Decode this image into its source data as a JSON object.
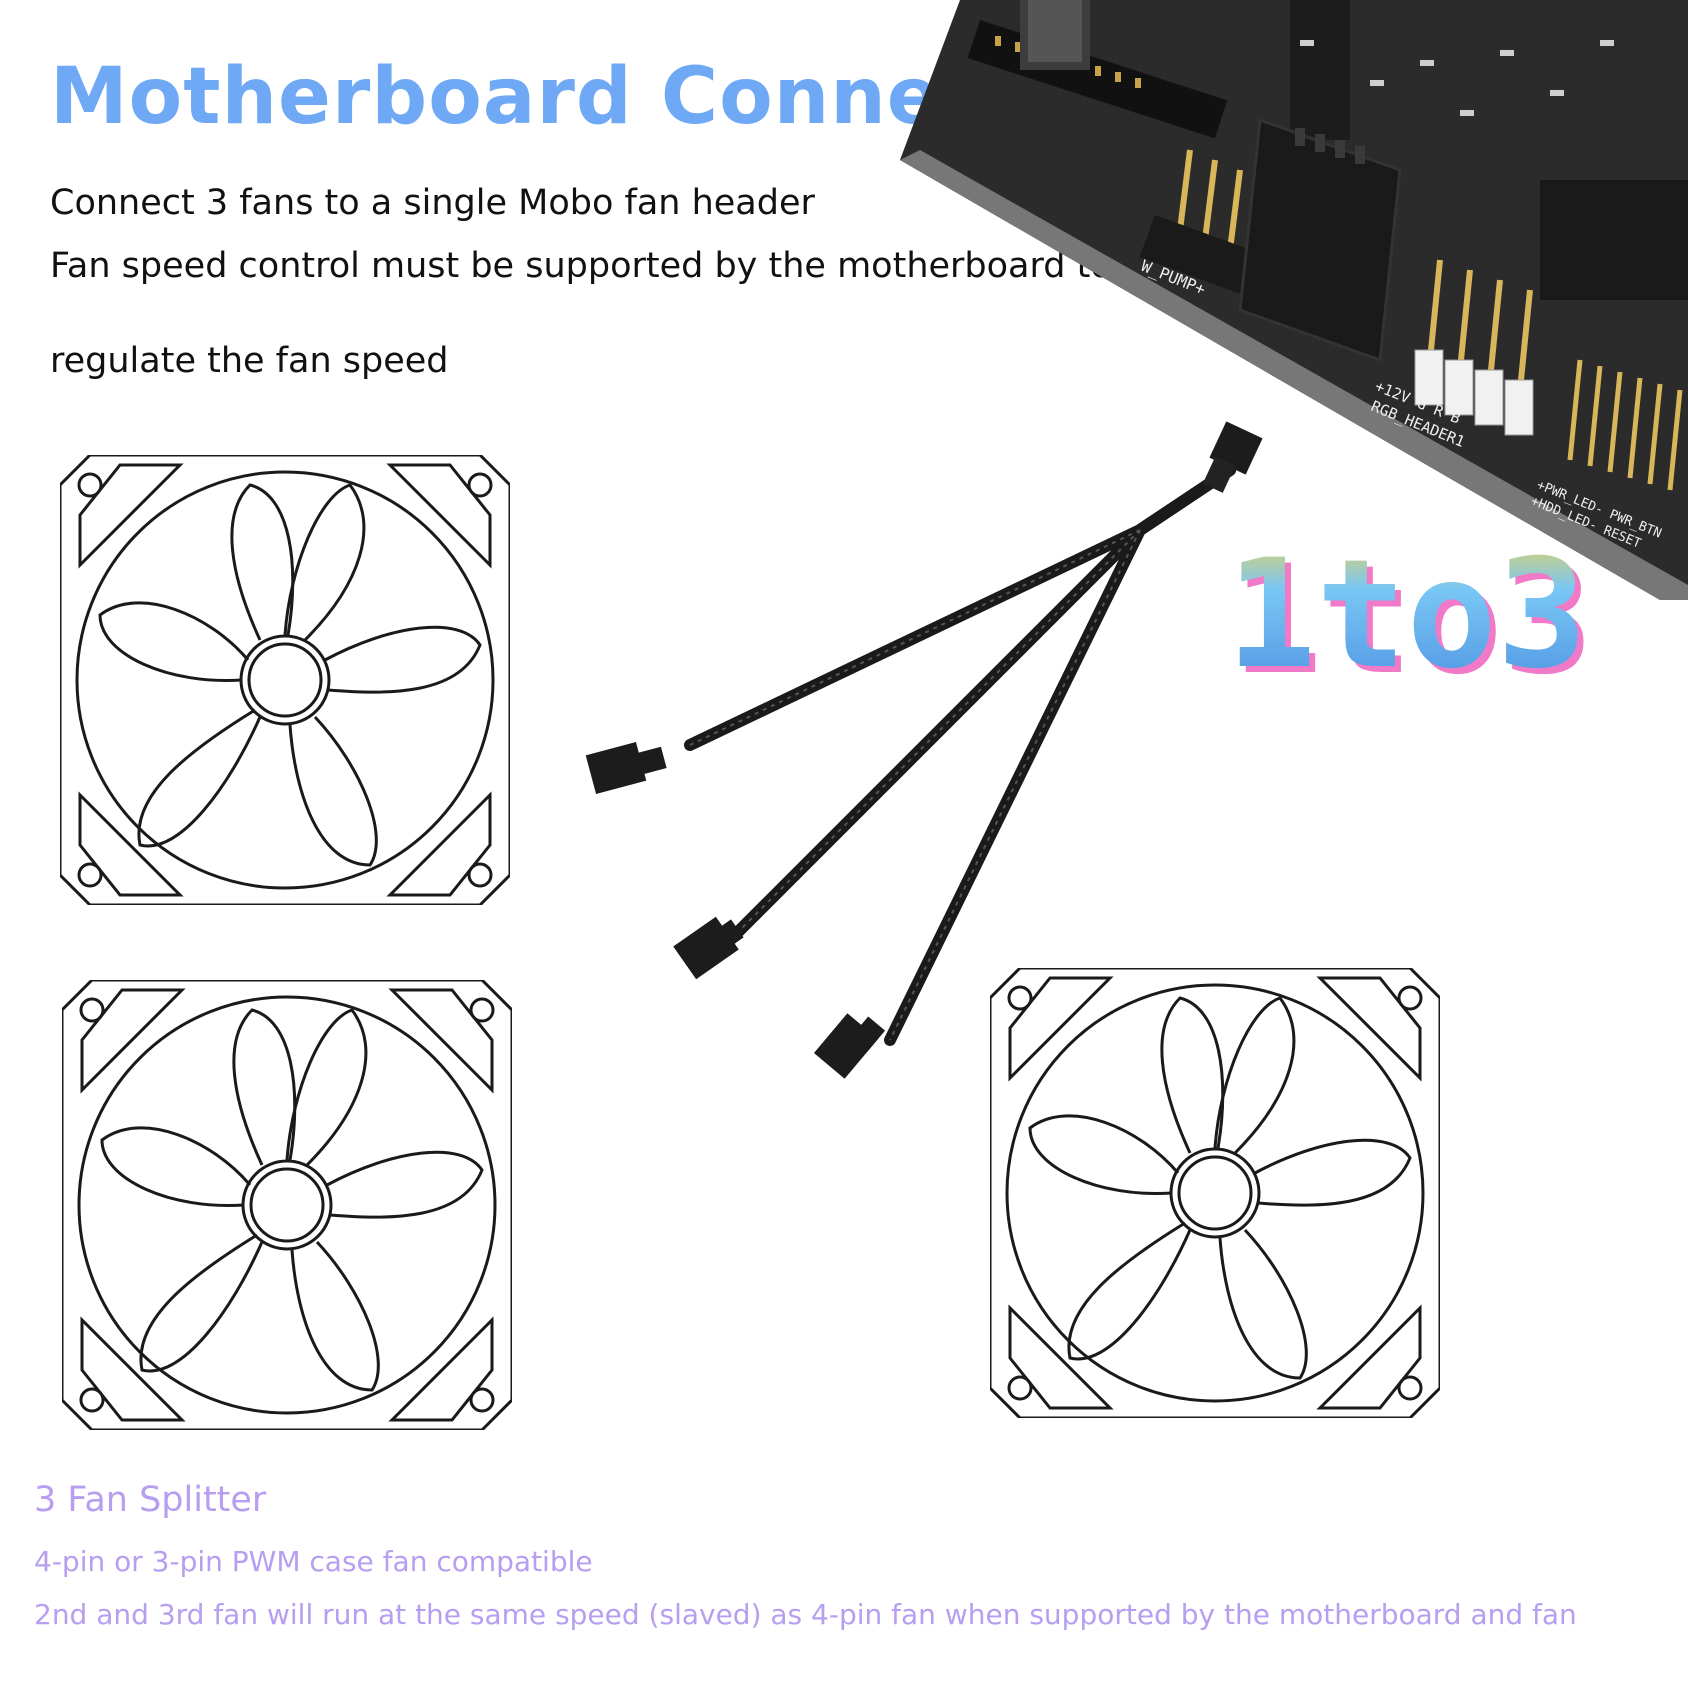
{
  "header": {
    "title": "Motherboard Connector",
    "line1": "Connect 3 fans to a single Mobo fan header",
    "line2": "Fan speed control must be supported by the motherboard to",
    "line3": "regulate the  fan speed"
  },
  "badge": {
    "text": "1to3"
  },
  "board": {
    "labels": {
      "pump": "W_PUMP+",
      "rgb_pins": "+12V G R B",
      "rgb_header": "RGB_HEADER1",
      "panel1": "+PWR_LED-  PWR_BTN",
      "panel2": "+HDD_LED-  RESET"
    }
  },
  "footer": {
    "title": "3 Fan Splitter",
    "line1": "4-pin or 3-pin PWM case fan compatible",
    "line2": "2nd and 3rd fan will run at the same speed (slaved) as 4-pin fan when supported by the motherboard and fan"
  },
  "colors": {
    "title": "#6fa8f5",
    "footer": "#b79ef0",
    "board": "#2b2b2b",
    "cable": "#1a1a1a"
  }
}
